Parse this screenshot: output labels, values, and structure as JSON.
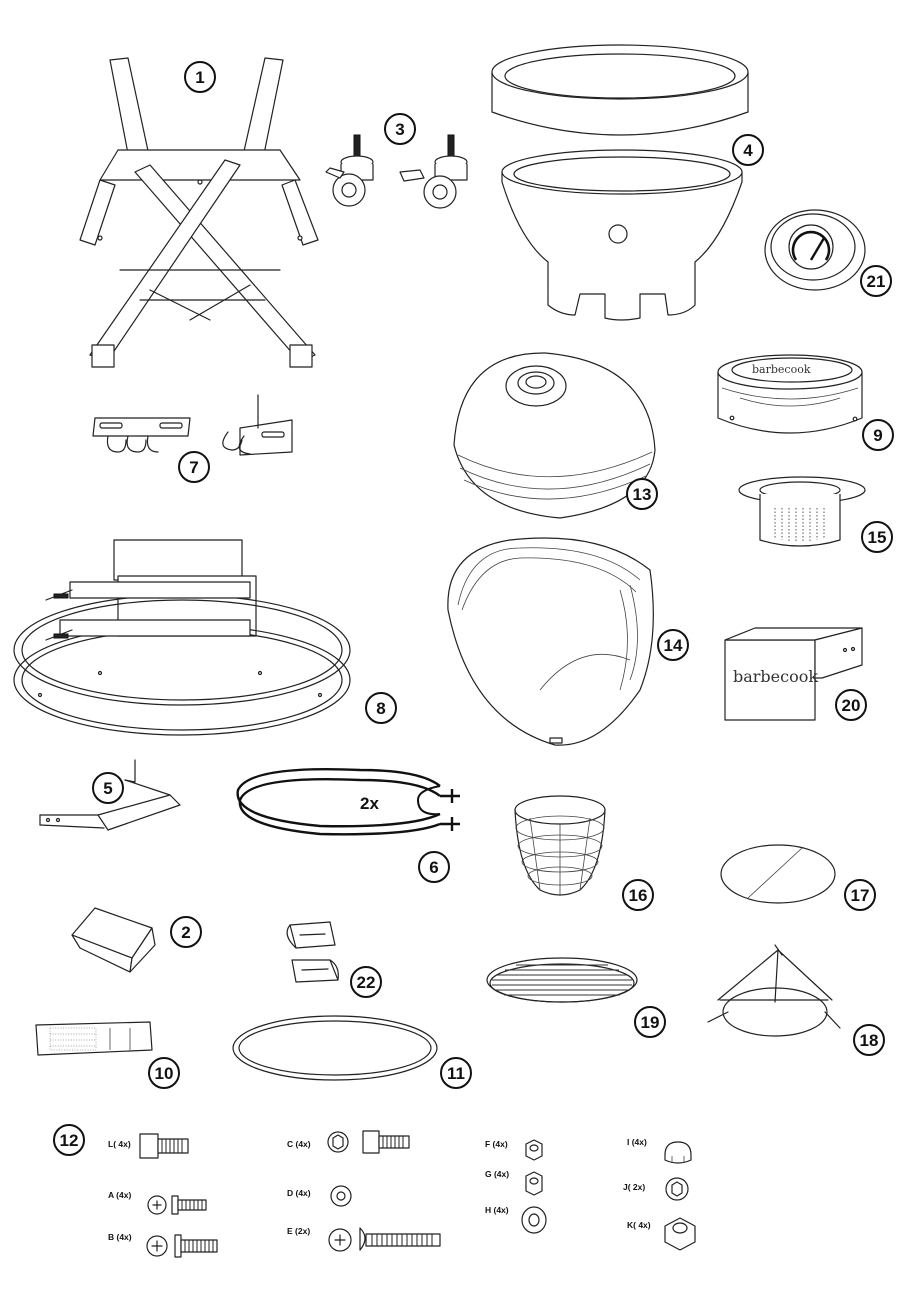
{
  "parts": [
    {
      "number": "1"
    },
    {
      "number": "3"
    },
    {
      "number": "4"
    },
    {
      "number": "21"
    },
    {
      "number": "7"
    },
    {
      "number": "9"
    },
    {
      "number": "13"
    },
    {
      "number": "15"
    },
    {
      "number": "8"
    },
    {
      "number": "14"
    },
    {
      "number": "20"
    },
    {
      "number": "5"
    },
    {
      "number": "6"
    },
    {
      "number": "16"
    },
    {
      "number": "17"
    },
    {
      "number": "2"
    },
    {
      "number": "22"
    },
    {
      "number": "19"
    },
    {
      "number": "18"
    },
    {
      "number": "10"
    },
    {
      "number": "11"
    },
    {
      "number": "12"
    }
  ],
  "straps_quantity": "2x",
  "brand_text": "barbecook",
  "hardware": [
    {
      "id": "L",
      "label": "L( 4x)"
    },
    {
      "id": "A",
      "label": "A (4x)"
    },
    {
      "id": "B",
      "label": "B (4x)"
    },
    {
      "id": "C",
      "label": "C (4x)"
    },
    {
      "id": "D",
      "label": "D (4x)"
    },
    {
      "id": "E",
      "label": "E (2x)"
    },
    {
      "id": "F",
      "label": "F (4x)"
    },
    {
      "id": "G",
      "label": "G (4x)"
    },
    {
      "id": "H",
      "label": "H (4x)"
    },
    {
      "id": "I",
      "label": "I (4x)"
    },
    {
      "id": "J",
      "label": "J( 2x)"
    },
    {
      "id": "K",
      "label": "K( 4x)"
    }
  ]
}
